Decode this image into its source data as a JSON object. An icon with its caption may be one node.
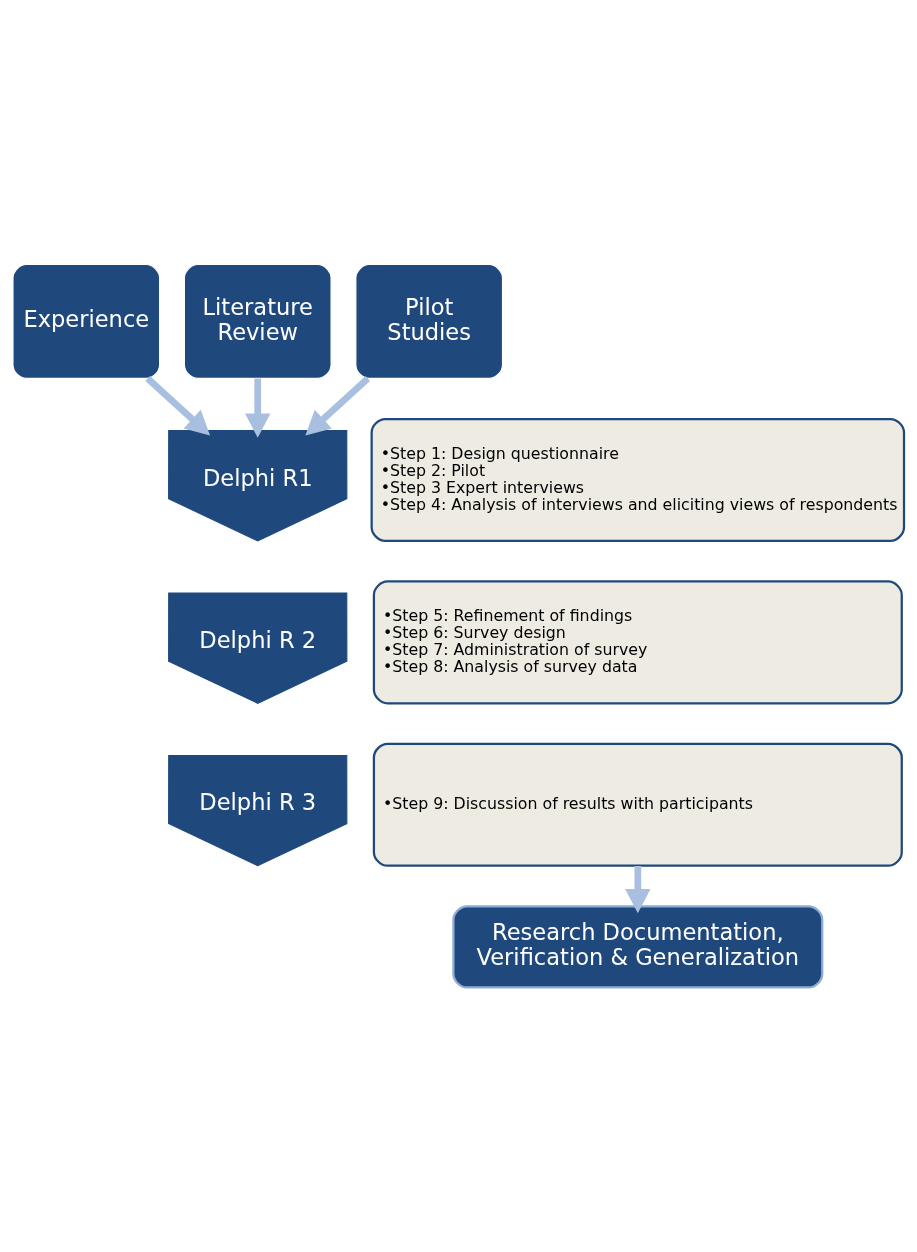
{
  "diagram": {
    "nodes": [
      {
        "text": [
          "Experience"
        ]
      },
      {
        "text": [
          "Literature Review"
        ]
      },
      {
        "text": [
          "Pilot Studies"
        ]
      },
      {
        "text": [
          "Delphi R1"
        ]
      },
      {
        "text": [
          "•Step 1: Design questionnaire",
          "•Step 2: Pilot",
          "•Step 3 Expert interviews",
          "•Step 4: Analysis of interviews and eliciting views of respondents"
        ]
      },
      {
        "text": [
          "Delphi R 2"
        ]
      },
      {
        "text": [
          "•Step 5: Refinement of findings",
          "•Step 6: Survey design",
          "•Step 7: Administration of survey",
          "•Step 8: Analysis of survey data"
        ]
      },
      {
        "text": [
          "Delphi R 3"
        ]
      },
      {
        "text": [
          "•Step 9: Discussion of results with participants"
        ]
      },
      {
        "text": [
          "Research Documentation, Verification & Generalization"
        ]
      }
    ],
    "edges": [
      {
        "from": 0,
        "to": 3,
        "arrow": "to"
      },
      {
        "from": 1,
        "to": 3,
        "arrow": "to"
      },
      {
        "from": 2,
        "to": 3,
        "arrow": "to"
      },
      {
        "from": 8,
        "to": 9,
        "arrow": "to"
      }
    ]
  }
}
